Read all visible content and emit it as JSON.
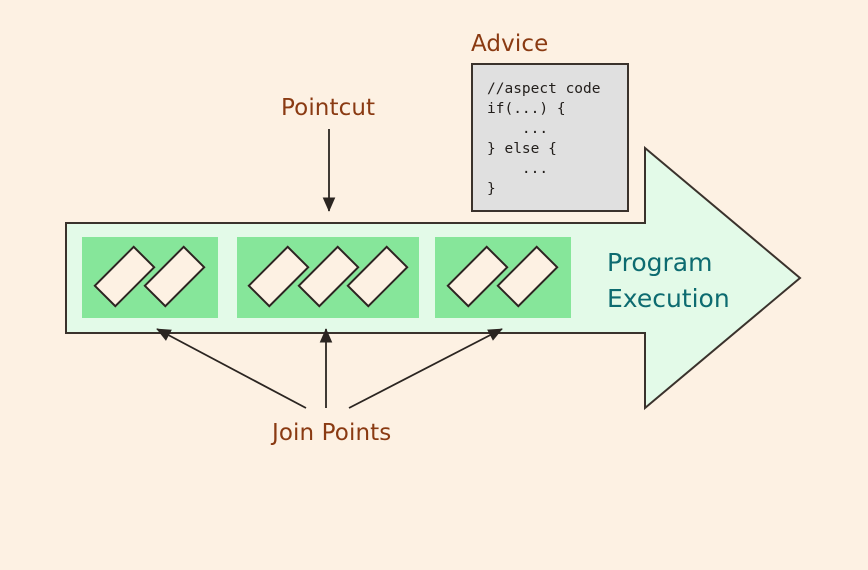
{
  "diagram": {
    "title_implicit": "Aspect-Oriented Programming concepts",
    "background_color": "#fdf1e3",
    "label_color": "#8a3a12",
    "execution_text_color": "#0d6b70",
    "arrow_fill": "#e3fae8",
    "group_fill": "#86e69a",
    "token_fill": "#fdf1e3",
    "code_box_fill": "#e0e0e0",
    "stroke_color": "#3a322c"
  },
  "labels": {
    "advice": "Advice",
    "pointcut": "Pointcut",
    "join_points": "Join Points"
  },
  "advice": {
    "code": "//aspect code\nif(...) {\n    ...\n} else {\n    ...\n}"
  },
  "execution": {
    "line1": "Program",
    "line2": "Execution"
  },
  "join_point_groups": [
    {
      "id": "group-1",
      "token_count": 2
    },
    {
      "id": "group-2",
      "token_count": 3
    },
    {
      "id": "group-3",
      "token_count": 2
    }
  ],
  "connectors": {
    "pointcut_arrow": "vertical-down-arrow",
    "join_point_arrows": 3
  }
}
